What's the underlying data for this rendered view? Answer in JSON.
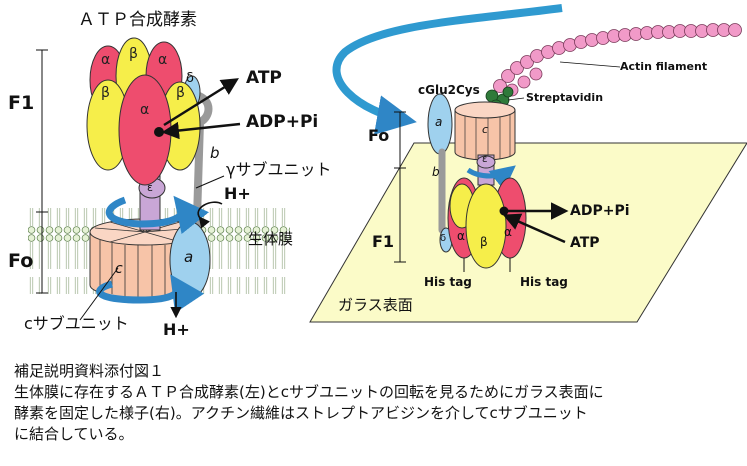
{
  "left": {
    "title": "ＡＴＰ合成酵素",
    "F1": "F1",
    "Fo": "Fo",
    "alpha": "α",
    "beta": "β",
    "delta": "δ",
    "b": "b",
    "epsilon": "ε",
    "gamma_subunit": "γサブユニット",
    "c": "c",
    "a": "a",
    "membrane": "生体膜",
    "c_subunit": "cサブユニット",
    "atp": "ATP",
    "adp_pi": "ADP+Pi",
    "h_plus": "H+"
  },
  "right": {
    "actin": "Actin filament",
    "streptavidin": "Streptavidin",
    "cglu": "cGlu2Cys",
    "Fo": "Fo",
    "F1": "F1",
    "a": "a",
    "b": "b",
    "c": "c",
    "epsilon": "ε",
    "delta": "δ",
    "alpha": "α",
    "beta": "β",
    "adp_pi": "ADP+Pi",
    "atp": "ATP",
    "his_tag_left": "His tag",
    "his_tag_right": "His tag",
    "glass": "ガラス表面"
  },
  "caption": {
    "line1": "補足説明資料添付図１",
    "line2": "生体膜に存在するＡＴＰ合成酵素(左)とcサブユニットの回転を見るためにガラス表面に",
    "line3": "酵素を固定した様子(右)。アクチン繊維はストレプトアビジンを介してcサブユニット",
    "line4": "に結合している。"
  },
  "colors": {
    "alpha": "#ee4d6e",
    "beta": "#f6ee4a",
    "c_ring": "#f7c4a8",
    "a_subunit": "#9fd1ee",
    "arrow_blue": "#2f86c6",
    "actin": "#f19ac8",
    "streptavidin": "#2f7a3a",
    "glass": "#fbfbc8",
    "stalk": "#b9b9b9",
    "gamma": "#c9a6d6"
  }
}
